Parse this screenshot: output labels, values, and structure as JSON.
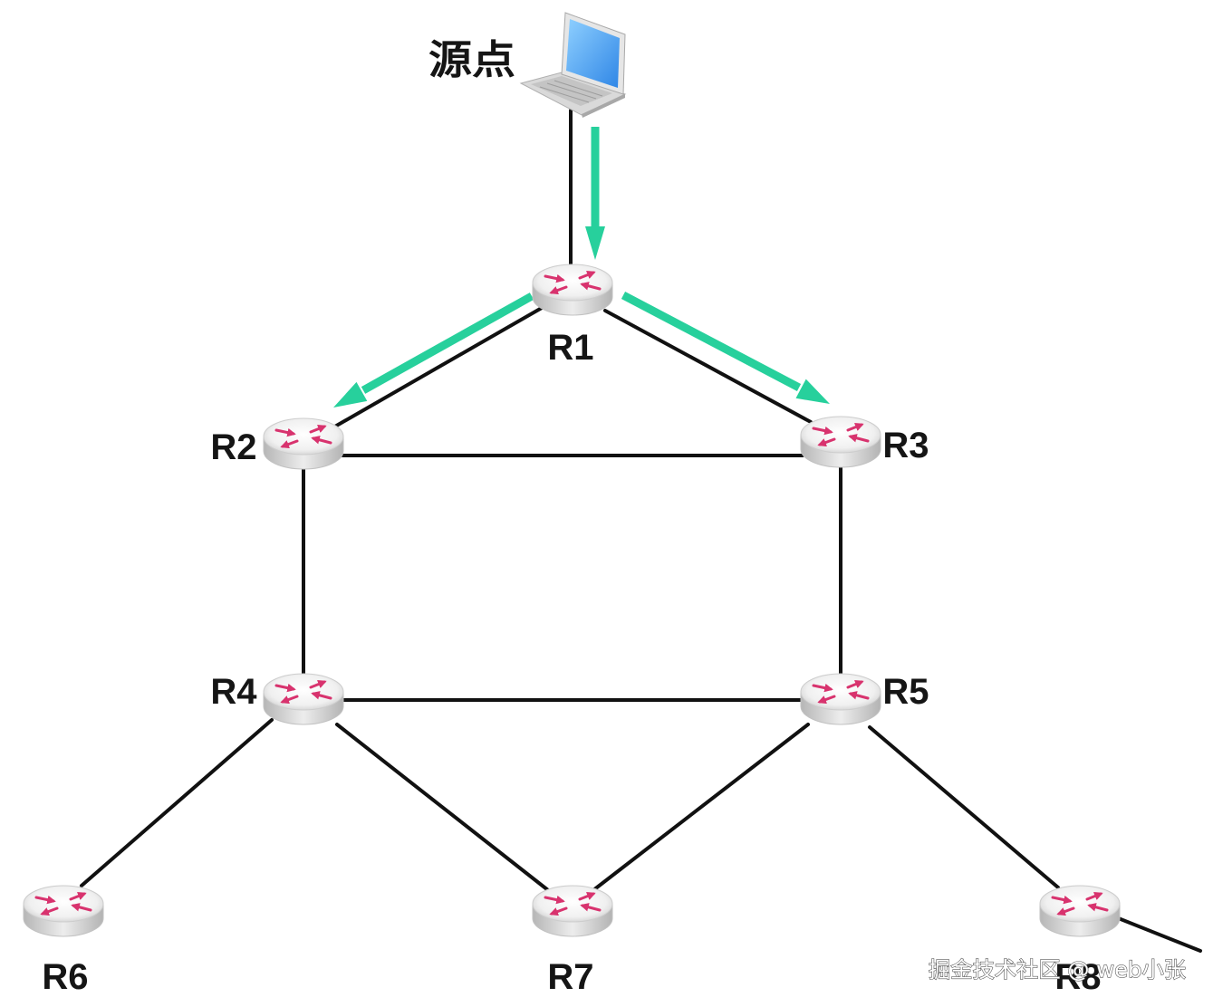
{
  "source": {
    "label": "源点",
    "icon": "laptop-icon"
  },
  "routers": [
    {
      "label": "R1",
      "icon": "router-icon"
    },
    {
      "label": "R2",
      "icon": "router-icon"
    },
    {
      "label": "R3",
      "icon": "router-icon"
    },
    {
      "label": "R4",
      "icon": "router-icon"
    },
    {
      "label": "R5",
      "icon": "router-icon"
    },
    {
      "label": "R6",
      "icon": "router-icon"
    },
    {
      "label": "R7",
      "icon": "router-icon"
    },
    {
      "label": "R8",
      "icon": "router-icon"
    }
  ],
  "watermark": "掘金技术社区 @ web小张",
  "colors": {
    "flow_arrow": "#27d09c",
    "link": "#111111",
    "router_arrows": "#d8336e",
    "screen": "#4aa3f0"
  }
}
